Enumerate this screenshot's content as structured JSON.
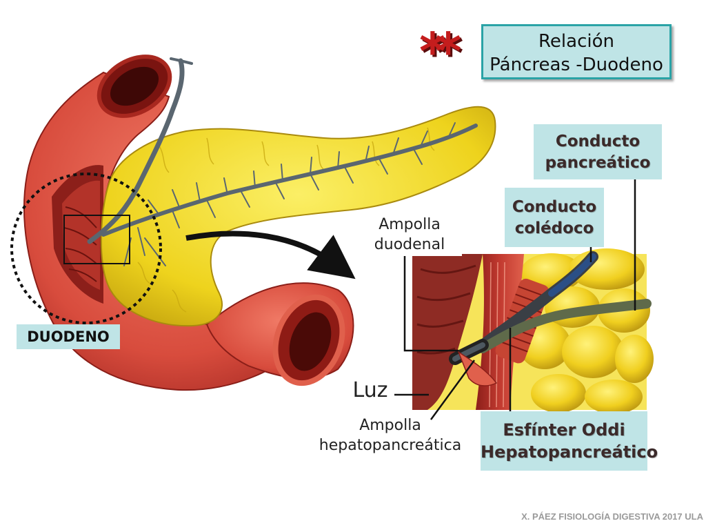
{
  "title": {
    "line1": "Relación",
    "line2": "Páncreas -Duodeno"
  },
  "stars": "**",
  "labels": {
    "conducto_pancreatico": {
      "line1": "Conducto",
      "line2": "pancreático"
    },
    "conducto_coledoco": {
      "line1": "Conducto",
      "line2": "colédoco"
    },
    "ampolla_duodenal": {
      "line1": "Ampolla",
      "line2": "duodenal"
    },
    "luz": "Luz",
    "ampolla_hepatopancreatica": {
      "line1": "Ampolla",
      "line2": "hepatopancreática"
    },
    "esfinter": {
      "line1": "Esfínter Oddi",
      "line2": "Hepatopancreático"
    },
    "duodeno": "DUODENO"
  },
  "footer": "X. PÁEZ   FISIOLOGÍA DIGESTIVA 2017  ULA",
  "colors": {
    "accent_teal": "#2aa3a6",
    "label_bg": "#bfe4e6",
    "pancreas_yellow": "#f2dc27",
    "duodenum_red": "#e05a48",
    "duct_gray": "#5a6670",
    "stars_red": "#c41d1d"
  }
}
